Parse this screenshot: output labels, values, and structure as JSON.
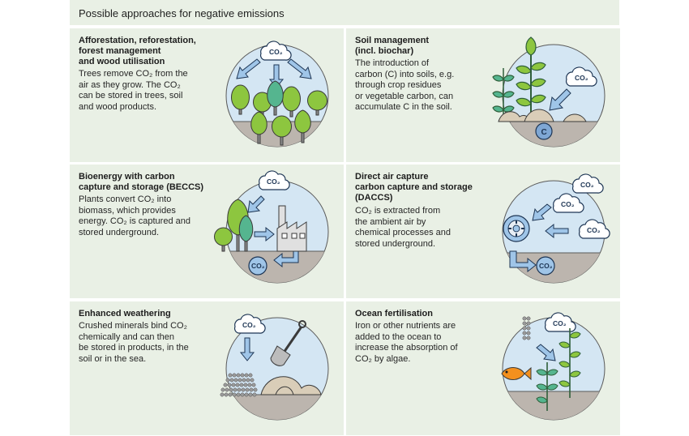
{
  "page_title": "Possible approaches for negative emissions",
  "co2_label": "CO₂",
  "carbon_label": "C",
  "colors": {
    "card_bg": "#e9f0e5",
    "circle_bg": "#d4e6f3",
    "soil": "#bcb5ae",
    "tree_green": "#8dc63f",
    "tree_teal": "#55b58f",
    "arrow_blue": "#9fc5e8",
    "fish_orange": "#f3901e"
  },
  "approaches": [
    {
      "title": "Afforestation, reforestation,\nforest management\nand wood utilisation",
      "description": "Trees remove CO₂ from the\nair as they grow. The CO₂\ncan be stored in trees, soil\nand wood products."
    },
    {
      "title": "Soil management\n(incl. biochar)",
      "description": "The introduction of\ncarbon (C) into soils, e.g.\nthrough crop residues\nor vegetable carbon, can\naccumulate C in the soil."
    },
    {
      "title": "Bioenergy with carbon\ncapture and storage (BECCS)",
      "description": "Plants convert CO₂ into\nbiomass, which provides\nenergy. CO₂ is captured and\nstored underground."
    },
    {
      "title": "Direct air capture\ncarbon capture and storage\n(DACCS)",
      "description": "CO₂ is extracted from\nthe ambient air by\nchemical processes and\nstored underground."
    },
    {
      "title": "Enhanced weathering",
      "description": "Crushed minerals bind CO₂\nchemically and can then\nbe stored in products, in the\nsoil or in the sea."
    },
    {
      "title": "Ocean fertilisation",
      "description": "Iron or other nutrients are\nadded to the ocean to\nincrease the absorption of\nCO₂ by algae."
    }
  ]
}
